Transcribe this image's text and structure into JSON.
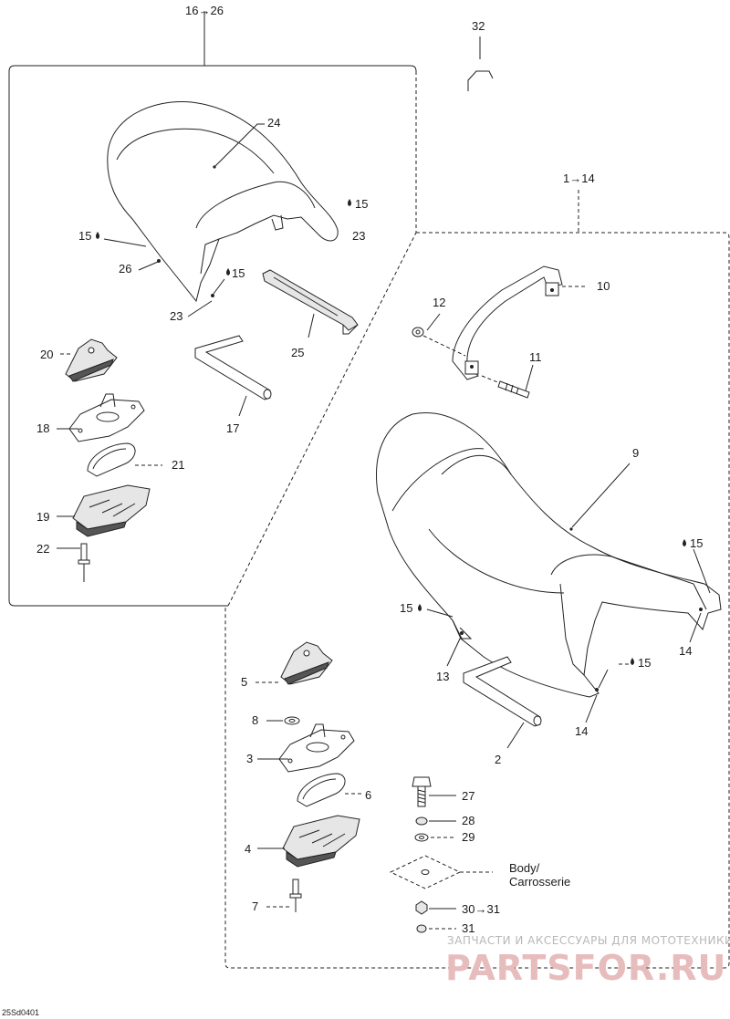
{
  "group_upper": "16→26",
  "group_lower": "1→14",
  "label_32": "32",
  "labels": {
    "n24": "24",
    "n15a": "15",
    "n23a": "23",
    "n15b": "15",
    "n26": "26",
    "n15c": "15",
    "n23b": "23",
    "n25": "25",
    "n20": "20",
    "n17": "17",
    "n18": "18",
    "n21": "21",
    "n19": "19",
    "n22": "22",
    "n12": "12",
    "n10": "10",
    "n11": "11",
    "n9": "9",
    "n15d": "15",
    "n15e": "15",
    "n14a": "14",
    "n13": "13",
    "n15f": "15",
    "n14b": "14",
    "n5": "5",
    "n2": "2",
    "n8": "8",
    "n3": "3",
    "n6": "6",
    "n27": "27",
    "n28": "28",
    "n29": "29",
    "n4": "4",
    "n7": "7",
    "n30": "30→31",
    "n31": "31"
  },
  "body_label_1": "Body/",
  "body_label_2": "Carrosserie",
  "watermark_line1": "ЗАПЧАСТИ И АКСЕССУАРЫ ДЛЯ МОТОТЕХНИКИ",
  "watermark_line2": "PARTSFOR.RU",
  "figure_code": "25Sd0401"
}
